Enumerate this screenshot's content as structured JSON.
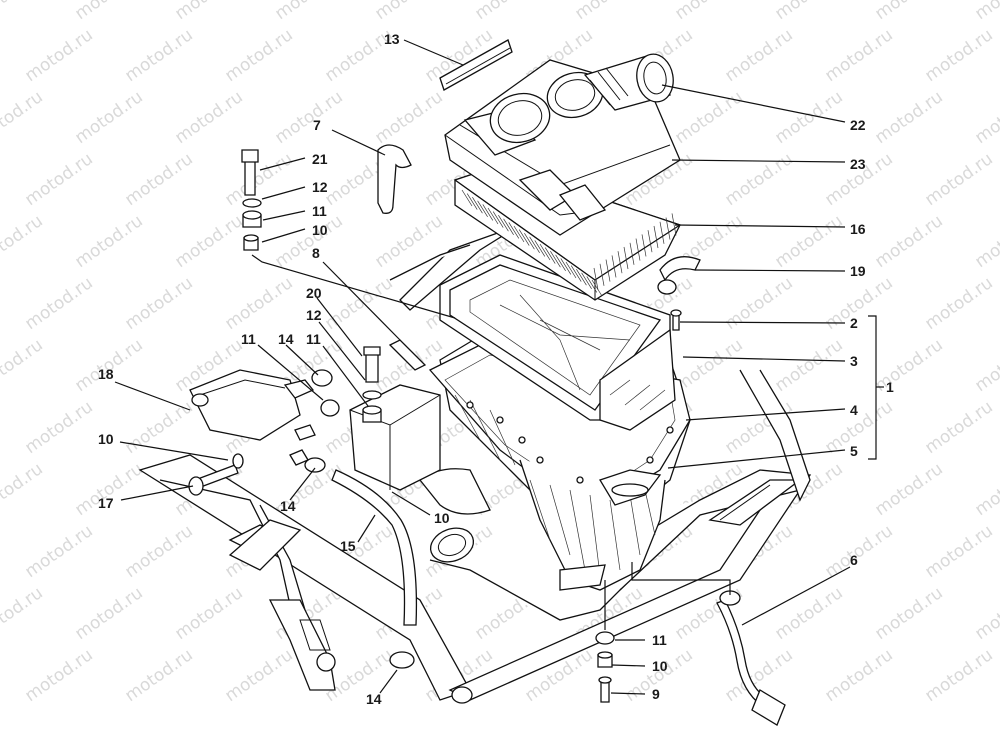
{
  "watermark": "motod.ru",
  "callouts": [
    {
      "id": "c13a",
      "text": "13"
    },
    {
      "id": "c22",
      "text": "22"
    },
    {
      "id": "c23",
      "text": "23"
    },
    {
      "id": "c16",
      "text": "16"
    },
    {
      "id": "c19",
      "text": "19"
    },
    {
      "id": "c2",
      "text": "2"
    },
    {
      "id": "c3",
      "text": "3"
    },
    {
      "id": "c1",
      "text": "1"
    },
    {
      "id": "c4",
      "text": "4"
    },
    {
      "id": "c5",
      "text": "5"
    },
    {
      "id": "c6",
      "text": "6"
    },
    {
      "id": "c7",
      "text": "7"
    },
    {
      "id": "c21",
      "text": "21"
    },
    {
      "id": "c12a",
      "text": "12"
    },
    {
      "id": "c11a",
      "text": "11"
    },
    {
      "id": "c10a",
      "text": "10"
    },
    {
      "id": "c8",
      "text": "8"
    },
    {
      "id": "c20",
      "text": "20"
    },
    {
      "id": "c12b",
      "text": "12"
    },
    {
      "id": "c11b",
      "text": "11"
    },
    {
      "id": "c14a",
      "text": "14"
    },
    {
      "id": "c11c",
      "text": "11"
    },
    {
      "id": "c18",
      "text": "18"
    },
    {
      "id": "c10b",
      "text": "10"
    },
    {
      "id": "c17",
      "text": "17"
    },
    {
      "id": "c14b",
      "text": "14"
    },
    {
      "id": "c10c",
      "text": "10"
    },
    {
      "id": "c15",
      "text": "15"
    },
    {
      "id": "c14c",
      "text": "14"
    },
    {
      "id": "c11d",
      "text": "11"
    },
    {
      "id": "c10d",
      "text": "10"
    },
    {
      "id": "c9",
      "text": "9"
    }
  ]
}
